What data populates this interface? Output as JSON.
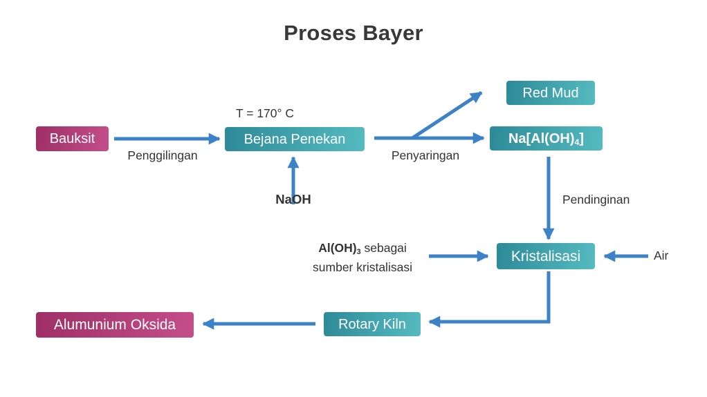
{
  "title": "Proses Bayer",
  "colors": {
    "arrow_blue": "#3b82c6",
    "teal_dark": "#2d8a98",
    "teal_light": "#55bbc0",
    "magenta_dark": "#9e2f65",
    "magenta_light": "#c44e8a",
    "label_text": "#333333"
  },
  "nodes": {
    "bauksit": {
      "label": "Bauksit"
    },
    "bejana_penekan": {
      "label": "Bejana Penekan"
    },
    "red_mud": {
      "label": "Red Mud"
    },
    "sodium_aluminate": {
      "pre": "Na[Al(OH)",
      "sub": "4",
      "post": "]"
    },
    "kristalisasi": {
      "label": "Kristalisasi"
    },
    "rotary_kiln": {
      "label": "Rotary Kiln"
    },
    "alumunium_oksida": {
      "label": "Alumunium Oksida"
    }
  },
  "labels": {
    "penggilingan": "Penggilingan",
    "temperature": "T = 170° C",
    "naoh": "NaOH",
    "penyaringan": "Penyaringan",
    "pendinginan": "Pendinginan",
    "aloh3_formula": "Al(OH)",
    "aloh3_sub": "3",
    "aloh3_after": "sebagai",
    "aloh3_line2": "sumber kristalisasi",
    "air": "Air"
  }
}
